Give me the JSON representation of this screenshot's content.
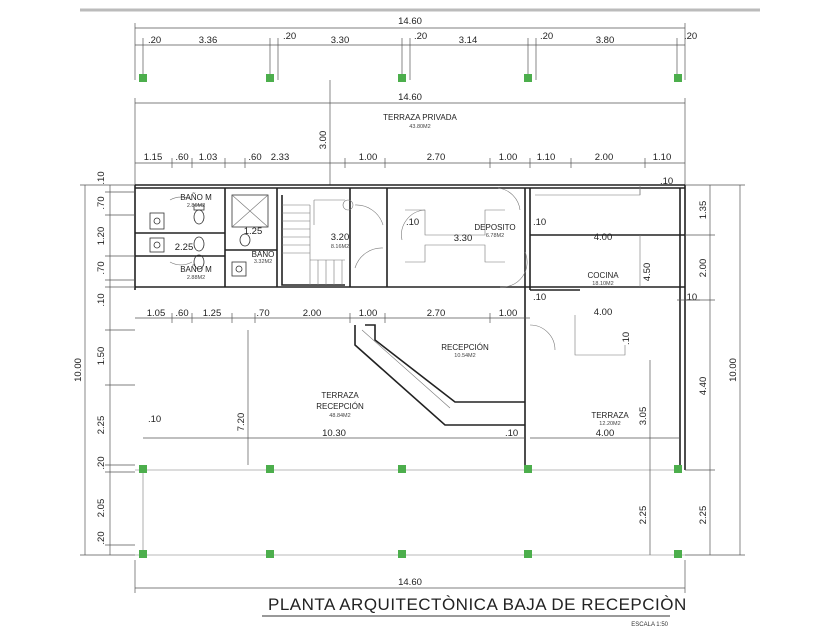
{
  "colors": {
    "column": "#4cae4c",
    "line": "#222222"
  },
  "title": "PLANTA ARQUITECTÒNICA BAJA DE RECEPCIÒN",
  "scale": "ESCALA 1:50",
  "dims": {
    "top_total": "14.60",
    "t1": ".20",
    "t2": "3.36",
    "t3": ".20",
    "t4": "3.30",
    "t5": ".20",
    "t6": "3.14",
    "t7": ".20",
    "t8": "3.80",
    "t9": ".20",
    "terr_total": "14.60",
    "terr_h": "3.00",
    "r1": "1.15",
    "r2": ".60",
    "r3": "1.03",
    "r4": ".60",
    "r5": "2.33",
    "r6": "1.00",
    "r7": "2.70",
    "r8": "1.00",
    "r9": "1.10",
    "r10": "2.00",
    "r11": "1.10",
    "stair": "3.20",
    "dep_w": "3.30",
    "coc_w1": "4.00",
    "coc_h": "4.50",
    "coc_w2": "4.00",
    "m1": "1.05",
    "m2": ".60",
    "m3": "1.25",
    "m4": ".70",
    "m5": "2.00",
    "m6": "1.00",
    "m7": "2.70",
    "m8": "1.00",
    "ban_225": "2.25",
    "ban_125": "1.25",
    "recep_w": "10.30",
    "h720": "7.20",
    "terr_w": "4.00",
    "h305": "3.05",
    "l10": ".10",
    "l70": ".70",
    "l120": "1.20",
    "l70b": ".70",
    "l10b": ".10",
    "l150": "1.50",
    "l225": "2.25",
    "l20": ".20",
    "l205": "2.05",
    "l20b": ".20",
    "rt135": "1.35",
    "rt200": "2.00",
    "rt440": "4.40",
    "rt225": "2.25",
    "rt1000": "10.00",
    "rt225b": "2.25",
    "ten_a": ".10",
    "ten_b": ".10",
    "ten_c": ".10",
    "ten_d": ".10",
    "ten_e": ".10",
    "ten_f": ".10",
    "ten_g": ".10",
    "ten_h": ".10",
    "bottom_total": "14.60",
    "left_total": "10.00"
  },
  "rooms": {
    "terraza_privada": {
      "name": "TERRAZA PRIVADA",
      "area": "43.80M2"
    },
    "bano_m1": {
      "name": "BAÑO M",
      "area": "2.86M2"
    },
    "bano_m2": {
      "name": "BAÑO M",
      "area": "2.88M2"
    },
    "bano": {
      "name": "BAÑO",
      "area": "3.32M2"
    },
    "stair_area": {
      "area": "8.16M2"
    },
    "deposito": {
      "name": "DEPOSITO",
      "area": "6.78M2"
    },
    "cocina": {
      "name": "COCINA",
      "area": "18.10M2"
    },
    "recepcion": {
      "name": "RECEPCIÓN",
      "area": "10.54M2"
    },
    "terraza_recepcion": {
      "name1": "TERRAZA",
      "name2": "RECEPCIÓN",
      "area": "48.84M2"
    },
    "terraza": {
      "name": "TERRAZA",
      "area": "12.20M2"
    }
  }
}
